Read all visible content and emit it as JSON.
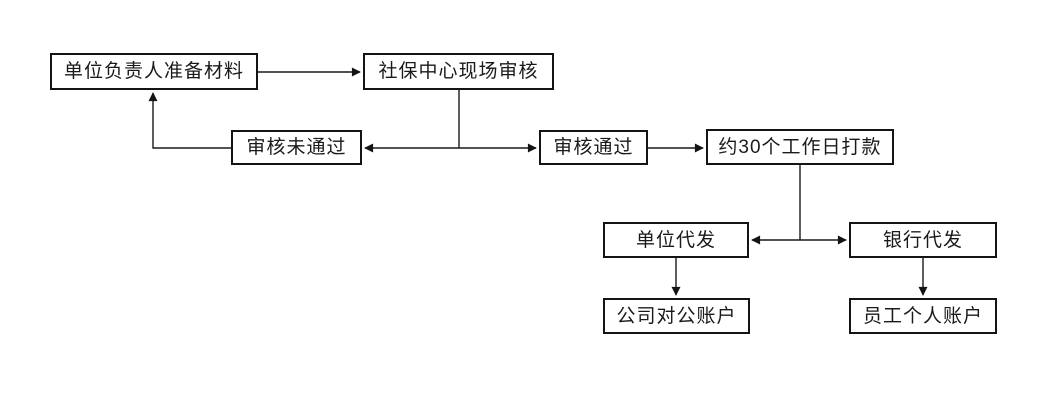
{
  "diagram": {
    "type": "flowchart",
    "background_color": "#ffffff",
    "box_fill_color": "#ffffff",
    "box_border_color": "#141414",
    "line_color": "#1a1a1a",
    "text_color": "#1a1a1a",
    "nodes": {
      "prepare": {
        "label": "单位负责人准备材料"
      },
      "review": {
        "label": "社保中心现场审核"
      },
      "fail": {
        "label": "审核未通过"
      },
      "pass": {
        "label": "审核通过"
      },
      "payment": {
        "label": "约30个工作日打款"
      },
      "unit_payout": {
        "label": "单位代发"
      },
      "bank_payout": {
        "label": "银行代发"
      },
      "company_account": {
        "label": "公司对公账户"
      },
      "personal_account": {
        "label": "员工个人账户"
      }
    },
    "edges": [
      {
        "from": "单位负责人准备材料",
        "to": "社保中心现场审核"
      },
      {
        "from": "社保中心现场审核",
        "to": "审核未通过"
      },
      {
        "from": "社保中心现场审核",
        "to": "审核通过"
      },
      {
        "from": "审核未通过",
        "to": "单位负责人准备材料"
      },
      {
        "from": "审核通过",
        "to": "约30个工作日打款"
      },
      {
        "from": "约30个工作日打款",
        "to": "单位代发"
      },
      {
        "from": "约30个工作日打款",
        "to": "银行代发"
      },
      {
        "from": "单位代发",
        "to": "公司对公账户"
      },
      {
        "from": "银行代发",
        "to": "员工个人账户"
      }
    ]
  }
}
